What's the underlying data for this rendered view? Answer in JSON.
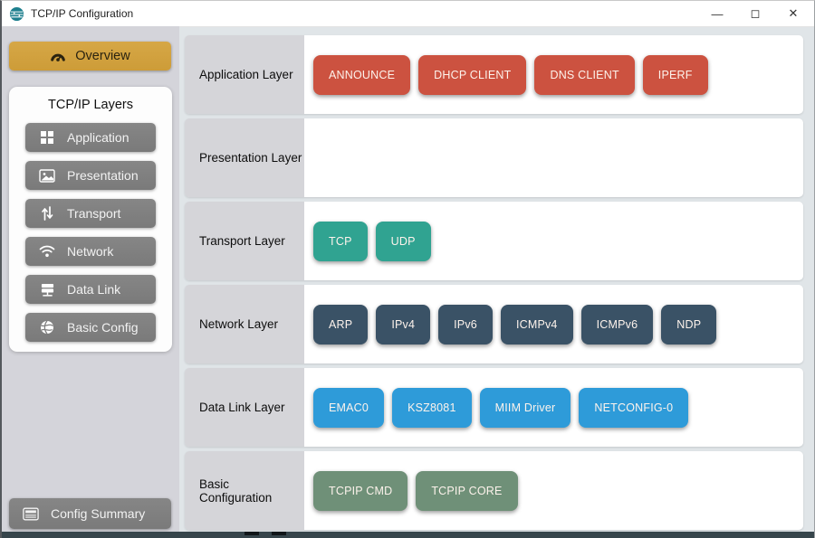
{
  "window": {
    "title": "TCP/IP Configuration",
    "controls": {
      "minimize_icon": "—",
      "maximize_icon": "◻",
      "close_icon": "✕"
    }
  },
  "sidebar": {
    "overview_label": "Overview",
    "panel_title": "TCP/IP Layers",
    "items": [
      {
        "label": "Application",
        "icon": "grid-icon"
      },
      {
        "label": "Presentation",
        "icon": "image-icon"
      },
      {
        "label": "Transport",
        "icon": "up-down-arrows-icon"
      },
      {
        "label": "Network",
        "icon": "wifi-icon"
      },
      {
        "label": "Data Link",
        "icon": "server-stack-icon"
      },
      {
        "label": "Basic Config",
        "icon": "globe-icon"
      }
    ],
    "config_summary_label": "Config Summary"
  },
  "layers": [
    {
      "name": "Application Layer",
      "color": "#cc5240",
      "modules": [
        "ANNOUNCE",
        "DHCP CLIENT",
        "DNS CLIENT",
        "IPERF"
      ]
    },
    {
      "name": "Presentation Layer",
      "color": "#cc5240",
      "modules": []
    },
    {
      "name": "Transport Layer",
      "color": "#30a391",
      "modules": [
        "TCP",
        "UDP"
      ]
    },
    {
      "name": "Network Layer",
      "color": "#3a5266",
      "modules": [
        "ARP",
        "IPv4",
        "IPv6",
        "ICMPv4",
        "ICMPv6",
        "NDP"
      ]
    },
    {
      "name": "Data Link Layer",
      "color": "#2e9bd9",
      "modules": [
        "EMAC0",
        "KSZ8081",
        "MIIM Driver",
        "NETCONFIG-0"
      ]
    },
    {
      "name": "Basic Configuration",
      "color": "#6f9078",
      "modules": [
        "TCPIP CMD",
        "TCPIP CORE"
      ]
    }
  ],
  "colors": {
    "accent_gold": "#d2a13f",
    "sidebar_bg": "#d4d4da",
    "main_bg": "#e0e5e8",
    "sidebar_button": "#7e7e7e",
    "titlebar_icon_teal": "#1d7f8e",
    "bottom_strip": "#36454b"
  }
}
